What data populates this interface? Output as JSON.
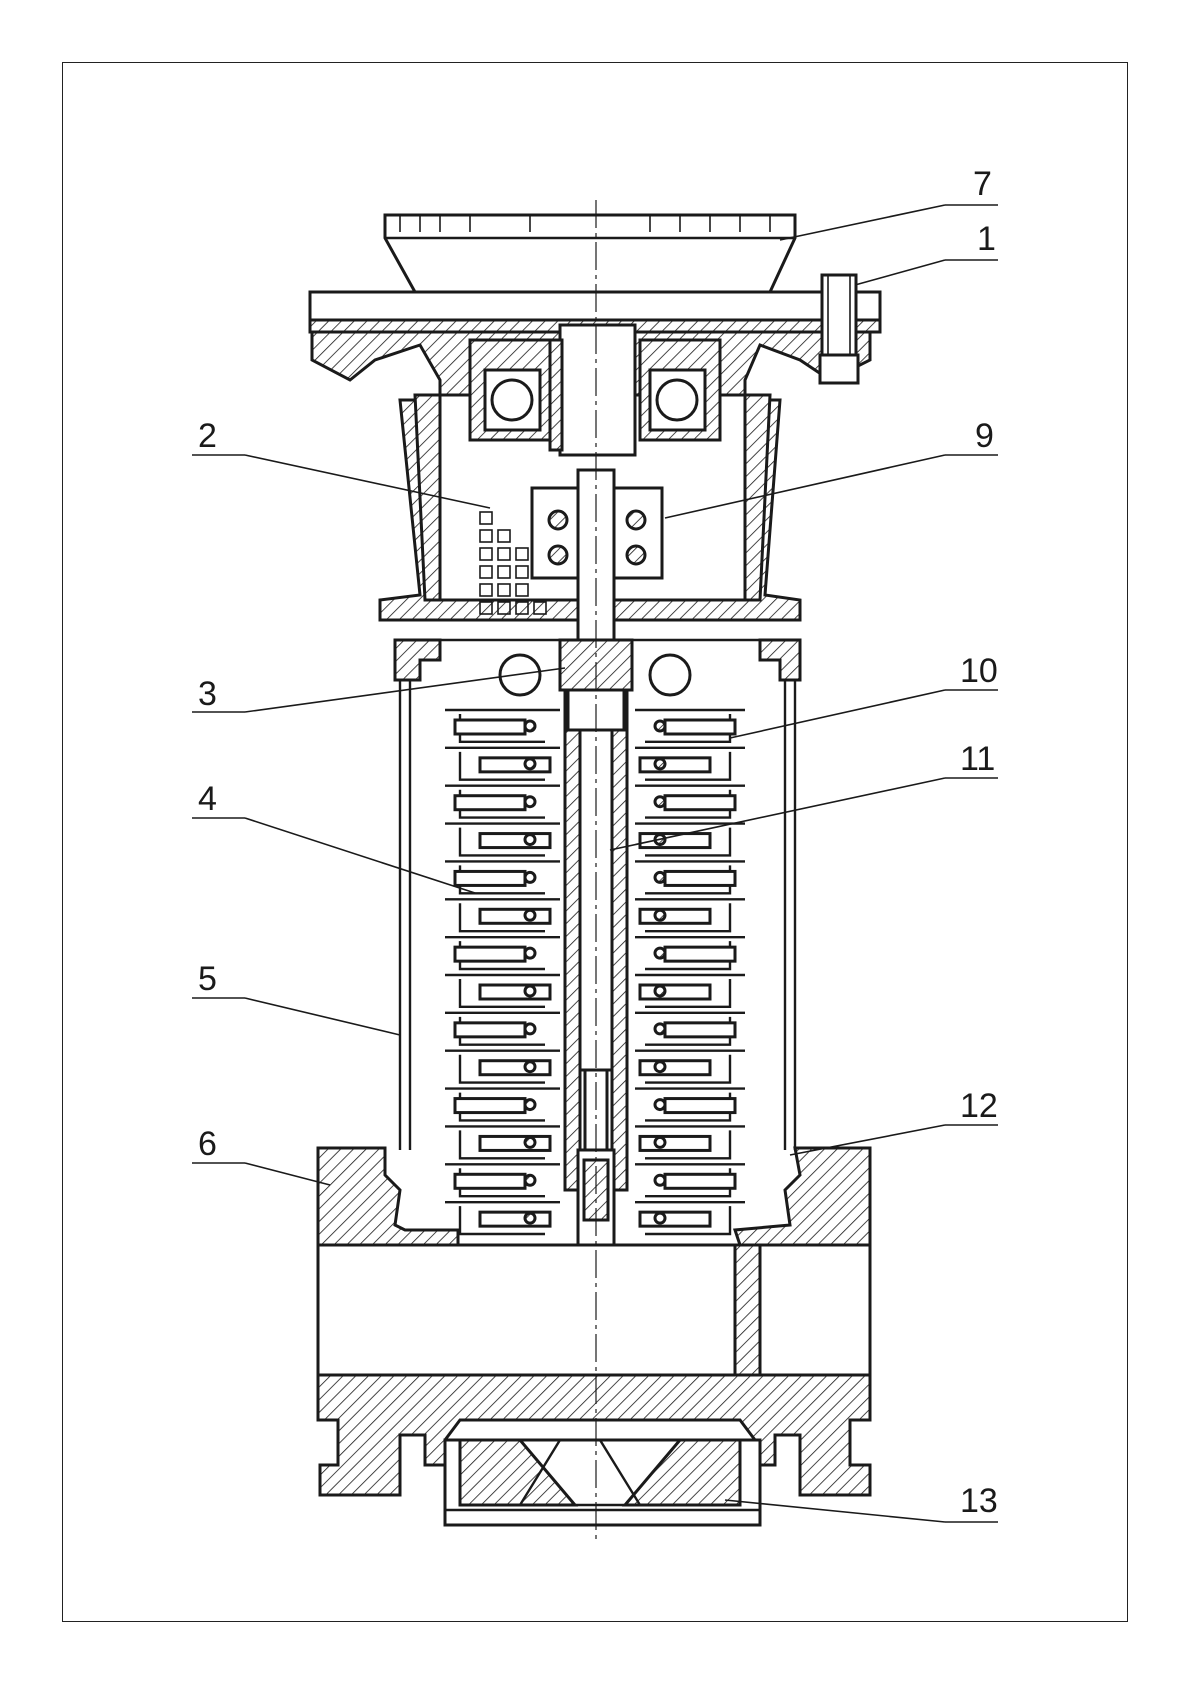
{
  "callouts": [
    {
      "id": "7",
      "label": "7"
    },
    {
      "id": "1",
      "label": "1"
    },
    {
      "id": "2",
      "label": "2"
    },
    {
      "id": "9",
      "label": "9"
    },
    {
      "id": "3",
      "label": "3"
    },
    {
      "id": "10",
      "label": "10"
    },
    {
      "id": "11",
      "label": "11"
    },
    {
      "id": "4",
      "label": "4"
    },
    {
      "id": "5",
      "label": "5"
    },
    {
      "id": "12",
      "label": "12"
    },
    {
      "id": "6",
      "label": "6"
    },
    {
      "id": "13",
      "label": "13"
    }
  ],
  "colors": {
    "ink": "#1a1a1a",
    "paper": "#ffffff"
  },
  "stage_count": 14
}
